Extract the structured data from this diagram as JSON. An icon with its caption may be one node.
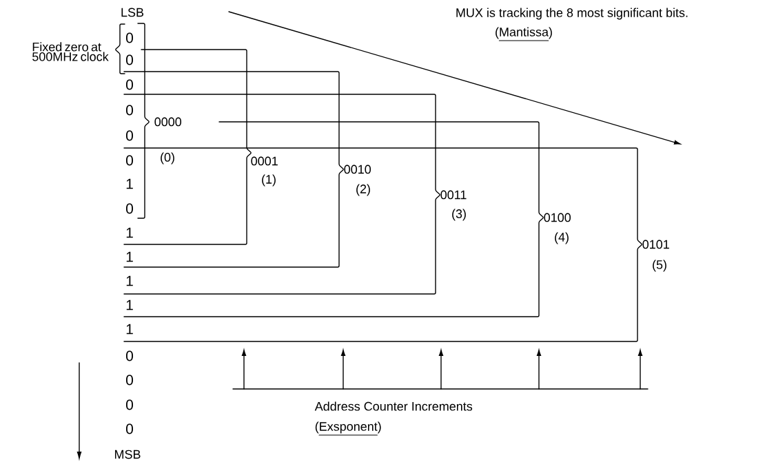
{
  "diagram": {
    "labels": [
      "LSB",
      "MUX is tracking the 8 most significant bits.",
      "Fixed zero at 500MHz clock",
      "0",
      "(Mantissa)",
      "0",
      "0",
      "0",
      "0",
      "0",
      "1",
      "0",
      "1",
      "1",
      "1",
      "1",
      "1",
      "0",
      "0",
      "0",
      "0",
      "0000",
      "(0)",
      "0001",
      "(1)",
      "0010",
      "(2)",
      "0011",
      "(3)",
      "0100",
      "(4)",
      "0101",
      "(5)",
      "Address Counter Increments",
      "(Exsponent)",
      "MSB"
    ]
  }
}
